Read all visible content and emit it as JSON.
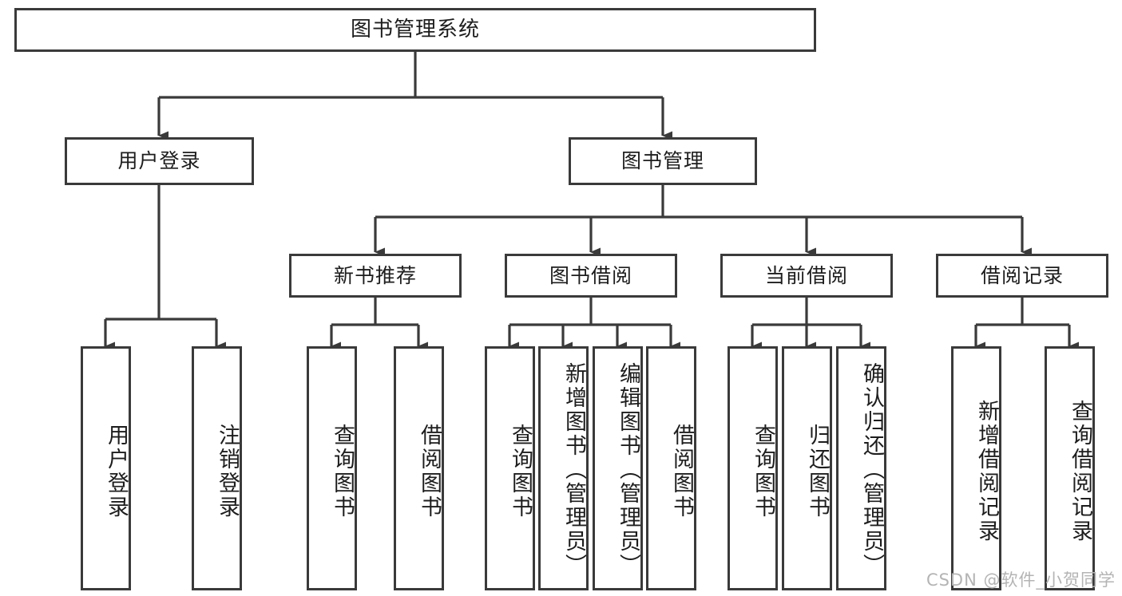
{
  "diagram": {
    "type": "tree-hierarchy",
    "title": "图书管理系统",
    "watermark": "CSDN @软件_小贺同学",
    "colors": {
      "border": "#3a3a3a",
      "background": "#ffffff",
      "text": "#1d1d1d",
      "watermark": "#b4b4b4"
    },
    "levels": {
      "root": {
        "label": "图书管理系统"
      },
      "level2": [
        {
          "label": "用户登录"
        },
        {
          "label": "图书管理"
        }
      ],
      "level3": [
        {
          "label": "新书推荐"
        },
        {
          "label": "图书借阅"
        },
        {
          "label": "当前借阅"
        },
        {
          "label": "借阅记录"
        }
      ],
      "leaves": {
        "user_login": [
          {
            "label": "用户登录"
          },
          {
            "label": "注销登录"
          }
        ],
        "new_book_recommend": [
          {
            "label": "查询图书"
          },
          {
            "label": "借阅图书"
          }
        ],
        "book_borrow": [
          {
            "label": "查询图书"
          },
          {
            "label": "新增图书（管理员）"
          },
          {
            "label": "编辑图书（管理员）"
          },
          {
            "label": "借阅图书"
          }
        ],
        "current_borrow": [
          {
            "label": "查询图书"
          },
          {
            "label": "归还图书"
          },
          {
            "label": "确认归还（管理员）"
          }
        ],
        "borrow_record": [
          {
            "label": "新增借阅记录"
          },
          {
            "label": "查询借阅记录"
          }
        ]
      }
    }
  }
}
